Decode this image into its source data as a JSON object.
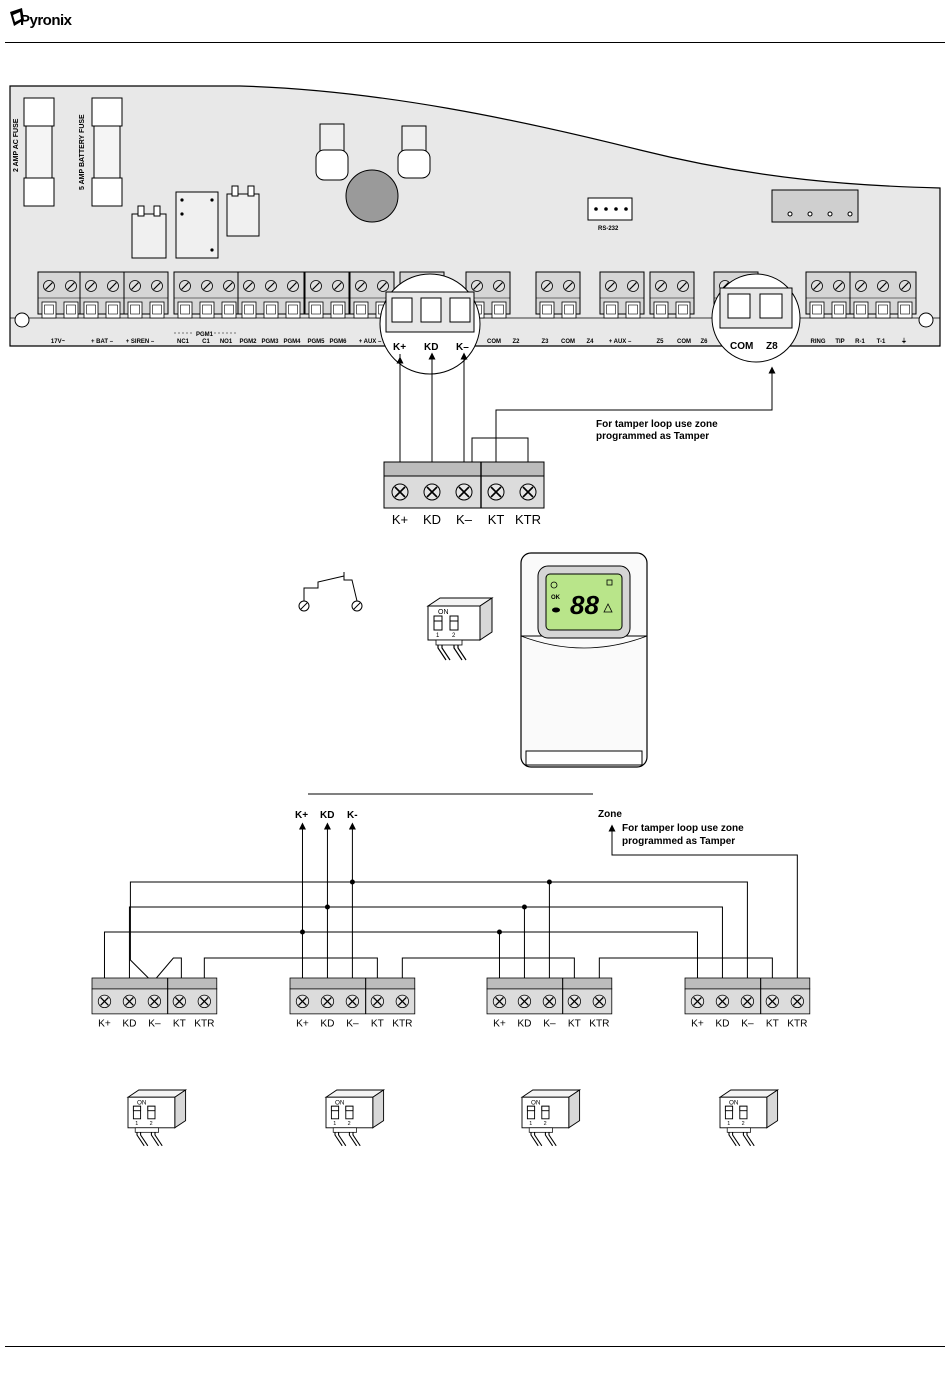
{
  "header": {
    "brand": "Pyronix"
  },
  "board": {
    "fuses": [
      "2 AMP AC FUSE",
      "5 AMP BATTERY FUSE"
    ],
    "rs232": "RS-232",
    "pgm1": "PGM1",
    "terminal_labels": [
      "17V~",
      "+ BAT –",
      "+ SIREN –",
      "NC1",
      "C1",
      "NO1",
      "PGM2",
      "PGM3",
      "PGM4",
      "PGM5",
      "PGM6",
      "+ AUX –",
      "COM",
      "Z2",
      "Z3",
      "COM",
      "Z4",
      "+ AUX –",
      "Z5",
      "COM",
      "Z6",
      "RING",
      "TIP",
      "R-1",
      "T-1",
      "⏚"
    ],
    "zoom_left": [
      "K+",
      "KD",
      "K–"
    ],
    "zoom_right": [
      "COM",
      "Z8"
    ]
  },
  "single": {
    "note_line1": "For tamper loop use zone",
    "note_line2": "programmed as Tamper",
    "terminals": [
      "K+",
      "KD",
      "K–",
      "KT",
      "KTR"
    ]
  },
  "dip": {
    "on": "ON",
    "sw1": "1",
    "sw2": "2"
  },
  "keypad": {
    "display": "88",
    "ok": "OK"
  },
  "multi": {
    "bus": [
      "K+",
      "KD",
      "K-"
    ],
    "zone": "Zone",
    "note_line1": "For tamper loop use zone",
    "note_line2": "programmed as Tamper",
    "terminals": [
      "K+",
      "KD",
      "K–",
      "KT",
      "KTR"
    ]
  }
}
